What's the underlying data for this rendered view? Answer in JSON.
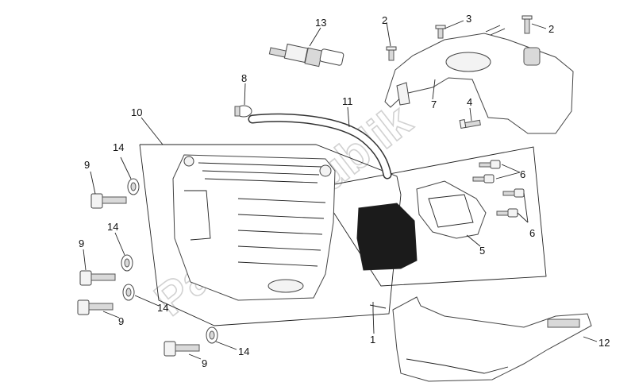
{
  "watermark": "PartsRepublik",
  "callouts": {
    "c1": "1",
    "c2a": "2",
    "c2b": "2",
    "c3": "3",
    "c4": "4",
    "c5": "5",
    "c6a": "6",
    "c6b": "6",
    "c7": "7",
    "c8": "8",
    "c9a": "9",
    "c9b": "9",
    "c9c": "9",
    "c9d": "9",
    "c10": "10",
    "c11": "11",
    "c12": "12",
    "c13": "13",
    "c14a": "14",
    "c14b": "14",
    "c14c": "14",
    "c14d": "14"
  }
}
